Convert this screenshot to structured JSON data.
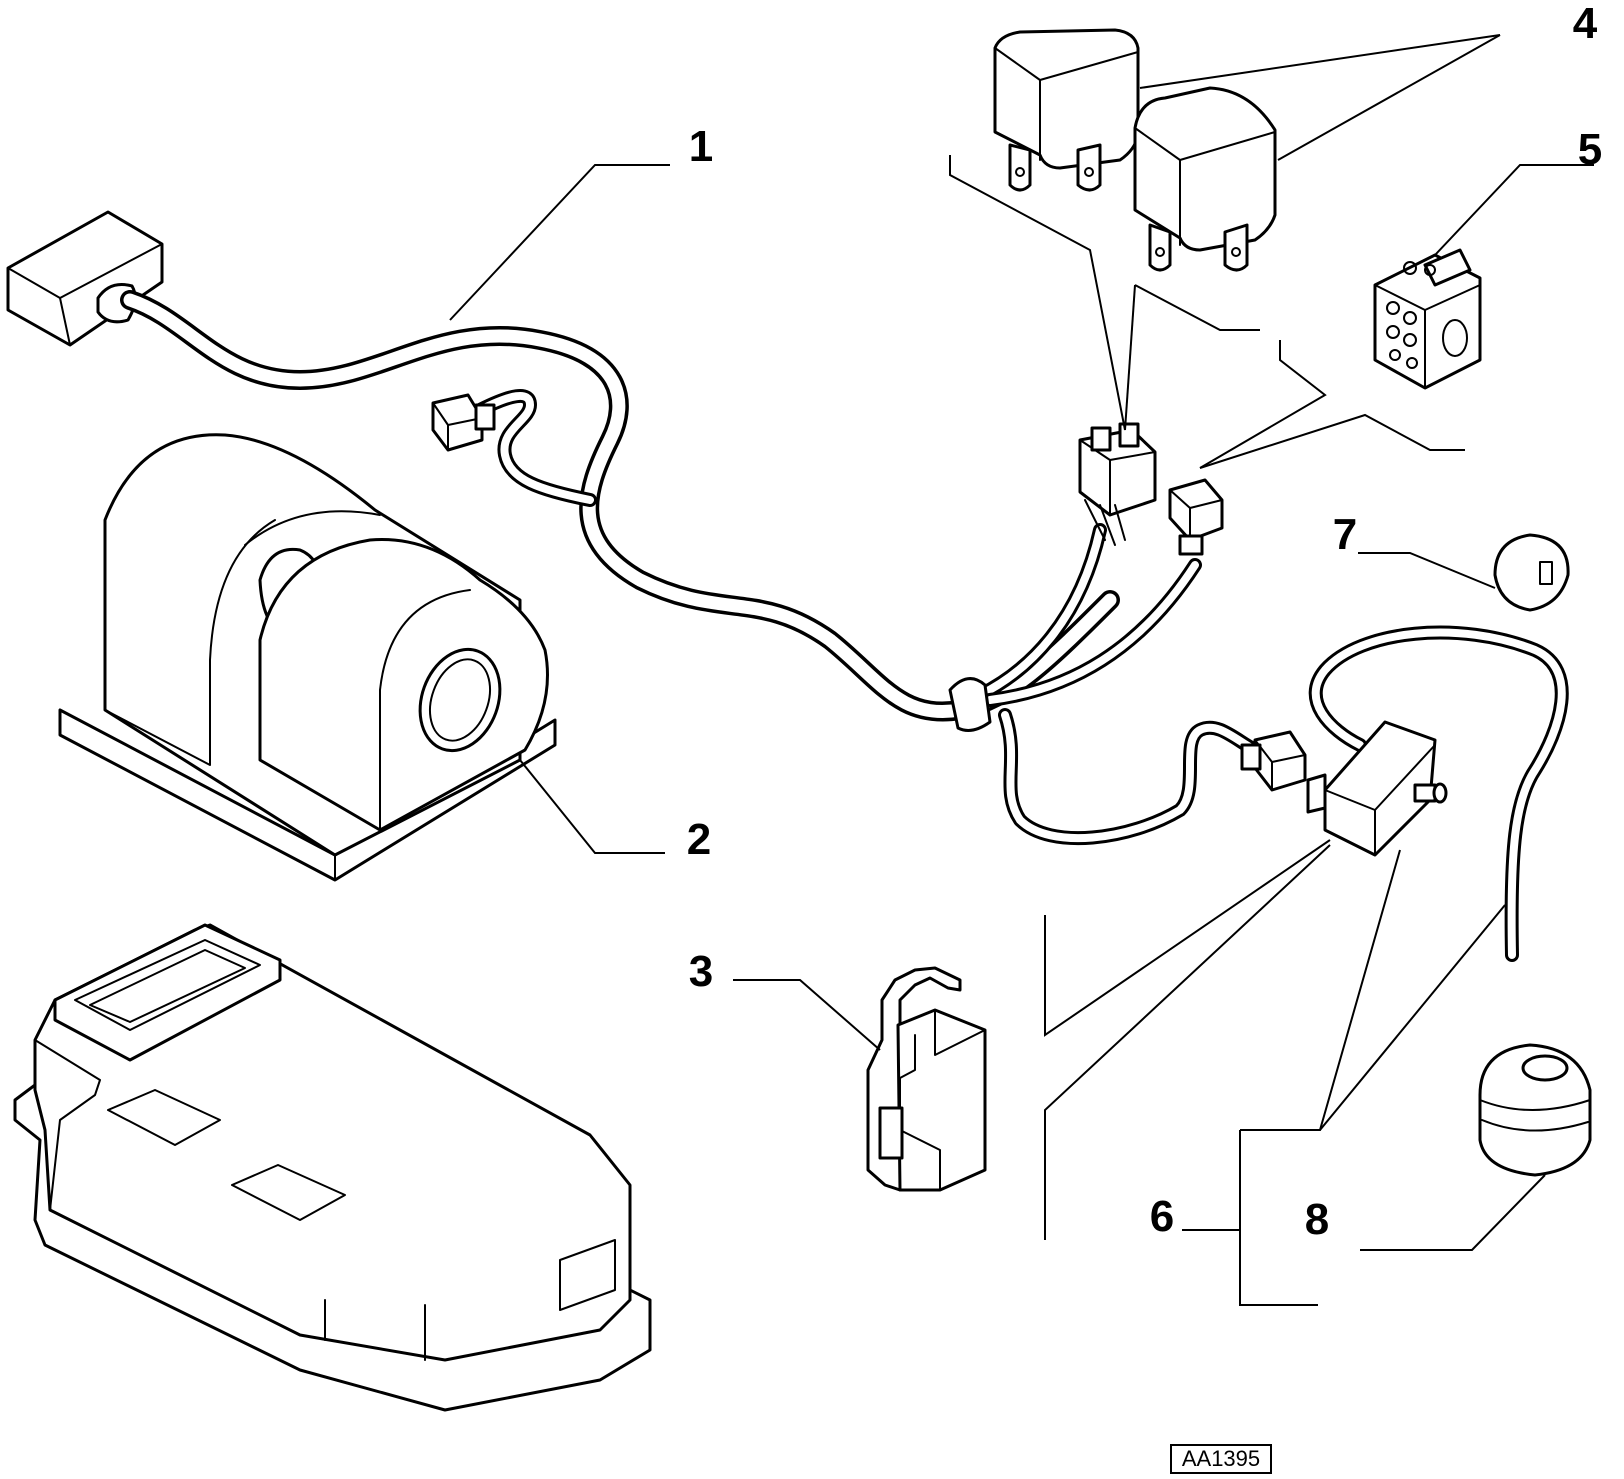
{
  "callouts": {
    "c1": "1",
    "c2": "2",
    "c3": "3",
    "c4": "4",
    "c5": "5",
    "c6": "6",
    "c7": "7",
    "c8": "8"
  },
  "reference_code": "AA1395"
}
